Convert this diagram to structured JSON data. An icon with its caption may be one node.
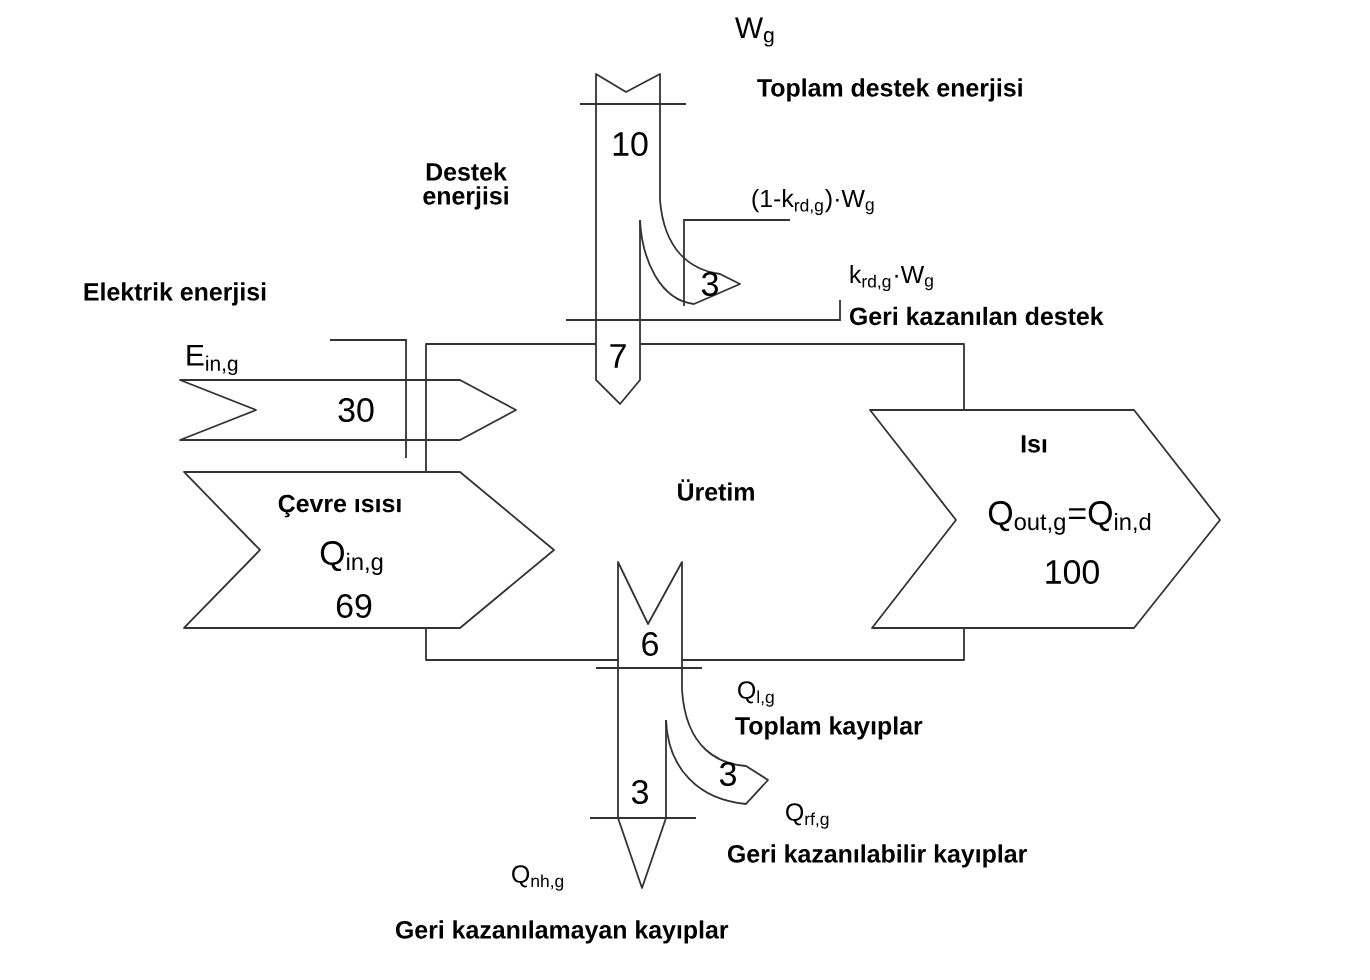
{
  "diagram": {
    "nodes": [
      {
        "text": [
          "Üretim"
        ]
      },
      {
        "text": [
          "30"
        ]
      },
      {
        "text": [
          "Çevre ısısı",
          "Q$_{in,g}$",
          "69"
        ]
      },
      {
        "text": [
          "Isı",
          "Q$_{out,g}$=Q$_{in,d}$",
          "100"
        ]
      },
      {
        "text": [
          "10",
          "7"
        ]
      },
      {
        "text": [
          "3"
        ]
      },
      {
        "text": [
          "6",
          "3"
        ]
      },
      {
        "text": [
          "3"
        ]
      }
    ],
    "labels": [
      "W$_{g}$",
      "Toplam destek enerjisi",
      "Destek enerjisi",
      "(1-k$_{rd,g}$)·W$_{g}$",
      "Elektrik enerjisi",
      "k$_{rd,g}$·W$_{g}$",
      "Geri kazanılan destek",
      "E$_{in,g}$",
      "Q$_{l,g}$",
      "Toplam kayıplar",
      "Q$_{rf,g}$",
      "Geri kazanılabilir kayıplar",
      "Q$_{nh,g}$",
      "Geri kazanılamayan kayıplar"
    ]
  }
}
